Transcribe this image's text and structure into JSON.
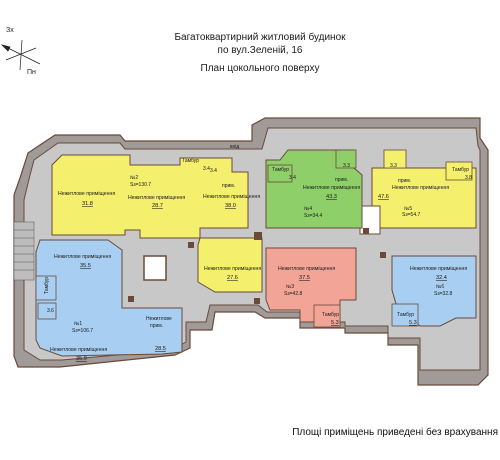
{
  "title": {
    "line1": "Багатоквартирний житловий будинок",
    "line2": "по вул.Зеленій, 16",
    "line3": "План цокольного поверху"
  },
  "compass": {
    "west": "Зх",
    "south": "Пн"
  },
  "footnote": "Площі приміщень приведені без врахування",
  "colors": {
    "yellow": "#f4ef6c",
    "green": "#8fcf6a",
    "salmon": "#f2a596",
    "blue": "#a8cff2",
    "corridor": "#c8c8c8",
    "wall": "#6a4a3a",
    "outer": "#a09a98"
  },
  "rooms": {
    "nonres": "Нежитлове приміщення",
    "nonres_short": "Нежитлове",
    "prym": "прим.",
    "tambur": "Тамбур",
    "vhid": "вхід",
    "n1": "№1",
    "s1": "Sз=106.7",
    "n2": "№2",
    "s2": "Sз=130.7",
    "n3": "№3",
    "s3": "Sз=42.8",
    "n4": "№4",
    "s4": "Sз=34.4",
    "n5": "№5",
    "s5": "Sз=54.7",
    "n6": "№6",
    "s6": "Sз=32.8",
    "v_31_8": "31.8",
    "v_28_7": "28.7",
    "v_38_0": "38.0",
    "v_27_6": "27.6",
    "v_43_3": "43.3",
    "v_47_6": "47.6",
    "v_37_5": "37.5",
    "v_32_4": "32.4",
    "v_35_5": "35.5",
    "v_35_9": "35.9",
    "v_28_5": "28.5",
    "v_3_4a": "3.4",
    "v_3_4b": "3.4",
    "v_3_4c": "3.4",
    "v_3_8": "3.8",
    "v_3_3a": "3.3",
    "v_3_3b": "3.3",
    "v_5_3": "5.3",
    "v_3_6": "3.6"
  }
}
